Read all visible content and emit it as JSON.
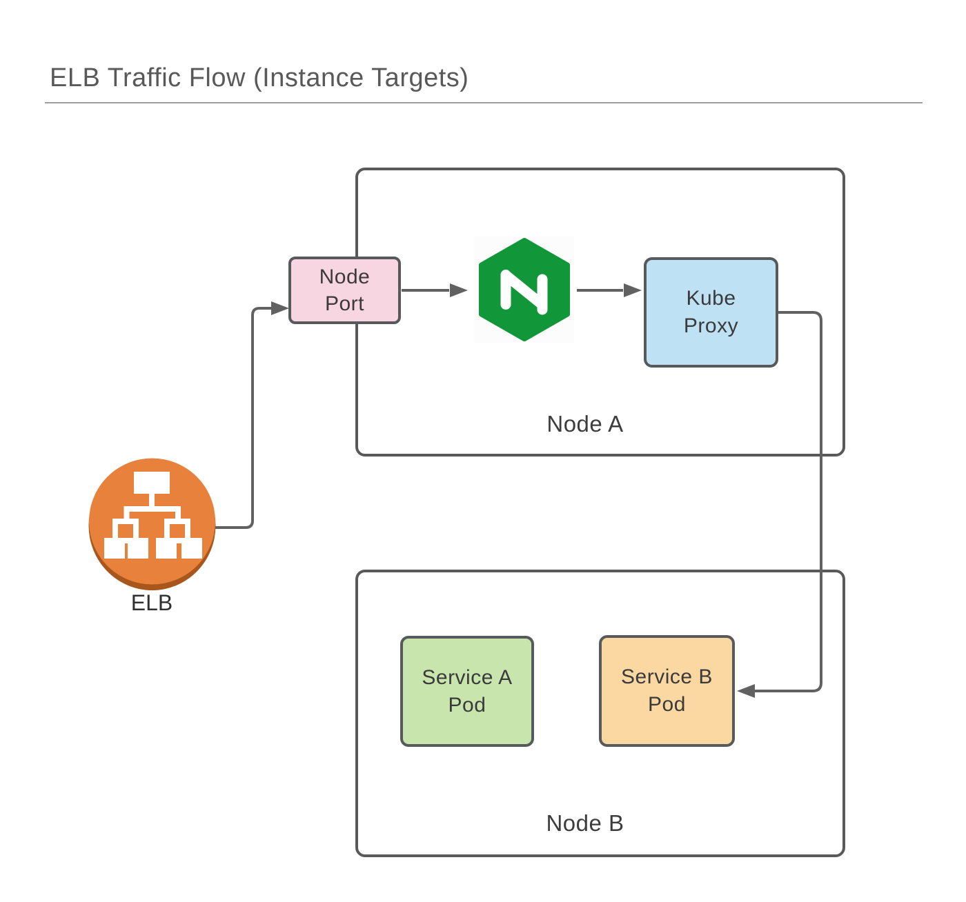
{
  "title": "ELB Traffic Flow (Instance Targets)",
  "colors": {
    "title_text": "#595959",
    "label_text": "#3a3a3a",
    "line": "#616161",
    "container_border": "#595959",
    "node_port_fill": "#f7d6e1",
    "kube_proxy_fill": "#bee2f4",
    "service_a_fill": "#c7e5ac",
    "service_b_fill": "#fbd7a1",
    "elb_orange": "#e8813b",
    "elb_shadow": "#a9561d",
    "elb_icon_white": "#ffffff",
    "nginx_green": "#119639",
    "nginx_letter": "#ffffff"
  },
  "containers": {
    "node_a": {
      "label": "Node A"
    },
    "node_b": {
      "label": "Node B"
    }
  },
  "shapes": {
    "node_port": {
      "line1": "Node",
      "line2": "Port"
    },
    "kube_proxy": {
      "line1": "Kube",
      "line2": "Proxy"
    },
    "service_a_pod": {
      "line1": "Service A",
      "line2": "Pod"
    },
    "service_b_pod": {
      "line1": "Service B",
      "line2": "Pod"
    }
  },
  "icons": {
    "elb": {
      "label": "ELB",
      "name": "elb-load-balancer-icon"
    },
    "nginx": {
      "name": "nginx-logo-icon"
    }
  },
  "connections": [
    {
      "from": "elb",
      "to": "node-port"
    },
    {
      "from": "node-port",
      "to": "nginx"
    },
    {
      "from": "nginx",
      "to": "kube-proxy"
    },
    {
      "from": "kube-proxy",
      "to": "service-b-pod"
    }
  ]
}
